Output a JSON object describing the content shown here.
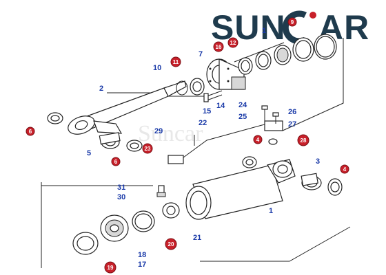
{
  "brand": {
    "logo_left": "SUN",
    "logo_right": "AR",
    "watermark": "Suncar",
    "color_dark": "#1f3b4d",
    "color_accent": "#c8202a"
  },
  "labels": {
    "l1": "1",
    "l1b": "1",
    "l2": "2",
    "l3": "3",
    "l5": "5",
    "l7": "7",
    "l10": "10",
    "l14": "14",
    "l15": "15",
    "l17": "17",
    "l18": "18",
    "l21": "21",
    "l22": "22",
    "l24": "24",
    "l25": "25",
    "l26": "26",
    "l27": "27",
    "l29": "29",
    "l30": "30",
    "l31": "31"
  },
  "badges": {
    "b4a": "4",
    "b4b": "4",
    "b6a": "6",
    "b6b": "6",
    "b11": "11",
    "b12": "12",
    "b16": "16",
    "b19": "19",
    "b20": "20",
    "b23": "23",
    "b28": "28",
    "b9": "9"
  }
}
